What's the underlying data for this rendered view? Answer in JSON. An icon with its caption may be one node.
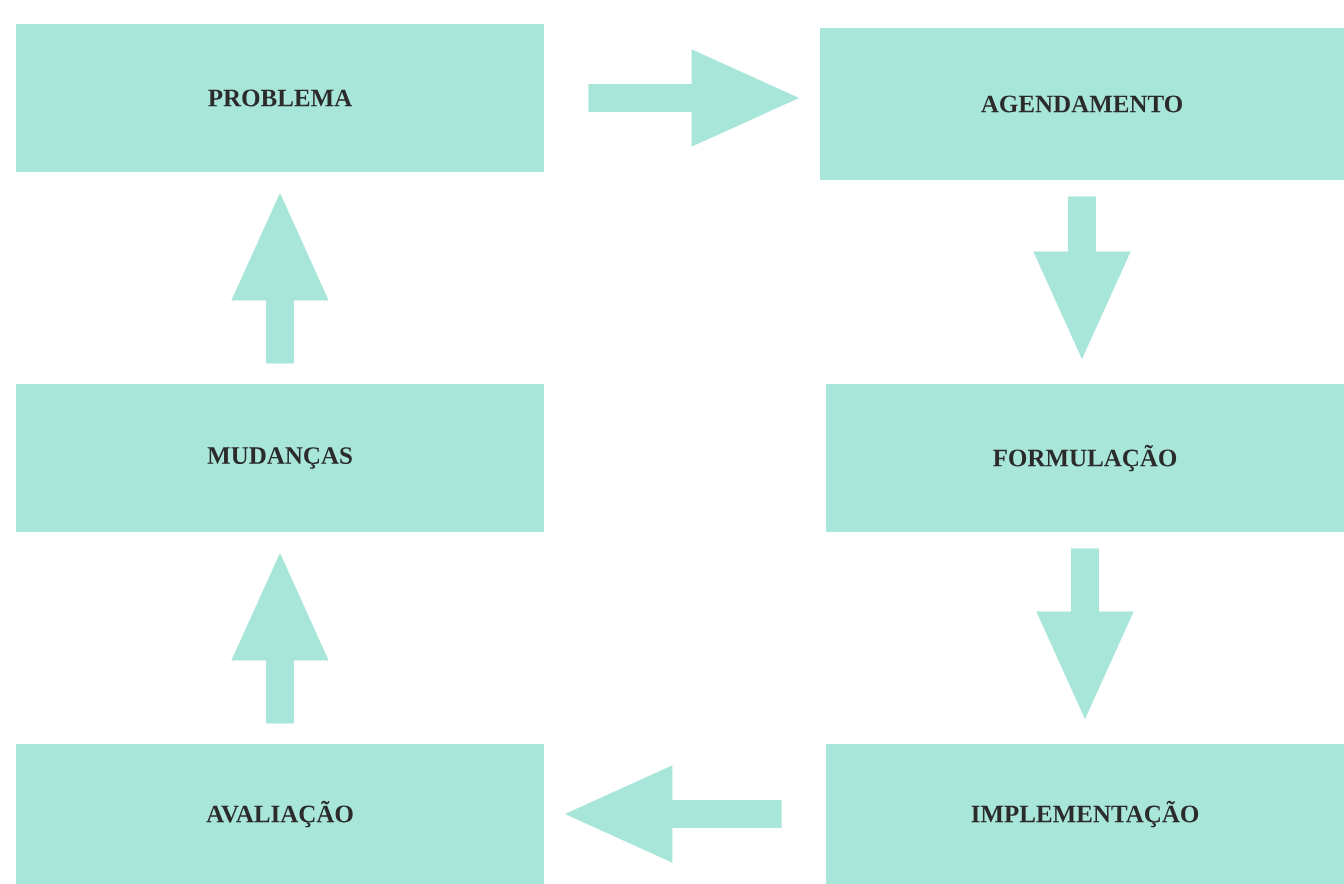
{
  "diagram": {
    "nodes": [
      {
        "text": [
          "PROBLEMA"
        ]
      },
      {
        "text": [
          "AGENDAMENTO"
        ]
      },
      {
        "text": [
          "FORMULAÇÃO"
        ]
      },
      {
        "text": [
          "IMPLEMENTAÇÃO"
        ]
      },
      {
        "text": [
          "AVALIAÇÃO"
        ]
      },
      {
        "text": [
          "MUDANÇAS"
        ]
      }
    ],
    "edges": [
      {
        "from": 0,
        "to": 1,
        "arrow": "to"
      },
      {
        "from": 1,
        "to": 2,
        "arrow": "to"
      },
      {
        "from": 2,
        "to": 3,
        "arrow": "to"
      },
      {
        "from": 3,
        "to": 4,
        "arrow": "to"
      },
      {
        "from": 4,
        "to": 5,
        "arrow": "to"
      },
      {
        "from": 5,
        "to": 0,
        "arrow": "to"
      }
    ]
  }
}
